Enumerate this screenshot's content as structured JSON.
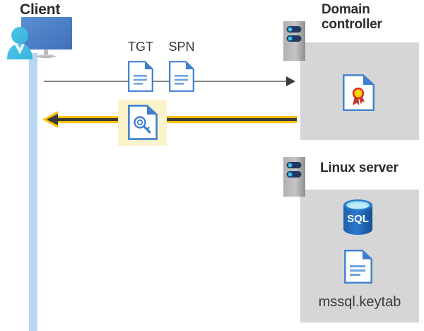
{
  "diagram": {
    "type": "sequence-diagram",
    "title_client": "Client",
    "actors": [
      {
        "id": "client",
        "label": "Client"
      },
      {
        "id": "domain-controller",
        "label": "Domain\ncontroller"
      },
      {
        "id": "linux-server",
        "label": "Linux server"
      }
    ]
  },
  "client": {
    "label": "Client",
    "icon": "user-with-monitor-icon"
  },
  "domain_controller": {
    "label": "Domain\ncontroller",
    "server_icon": "server-tower-icon",
    "contents": [
      {
        "icon": "certificate-document-icon",
        "label": ""
      }
    ]
  },
  "linux_server": {
    "label": "Linux server",
    "server_icon": "server-tower-icon",
    "contents": [
      {
        "icon": "sql-database-icon",
        "label": "SQL"
      },
      {
        "icon": "document-icon",
        "label": "mssql.keytab"
      }
    ],
    "database_label": "SQL",
    "keytab_label": "mssql.keytab"
  },
  "messages": [
    {
      "id": "request",
      "direction": "client-to-domain-controller",
      "style": "thin-gray-arrow",
      "payload_labels": [
        "TGT",
        "SPN"
      ],
      "color": "#595959"
    },
    {
      "id": "reply",
      "direction": "domain-controller-to-client",
      "style": "thick-yellow-arrow",
      "payload_labels": [],
      "highlighted": true,
      "color": "#ffc000"
    }
  ],
  "wire": {
    "tgt_label": "TGT",
    "spn_label": "SPN",
    "ticket_icon": "key-document-icon",
    "highlight_color": "#fcf2cc"
  },
  "colors": {
    "panel_gray": "#d6d6d6",
    "lifeline_blue": "#b9d7f2",
    "doc_blue": "#3f7fd0",
    "arrow_yellow": "#ffc000",
    "arrow_gray": "#595959",
    "highlight_yellow": "#fcf2cc",
    "sql_blue": "#2a6fc0",
    "text_dark": "#2b2b2b"
  }
}
